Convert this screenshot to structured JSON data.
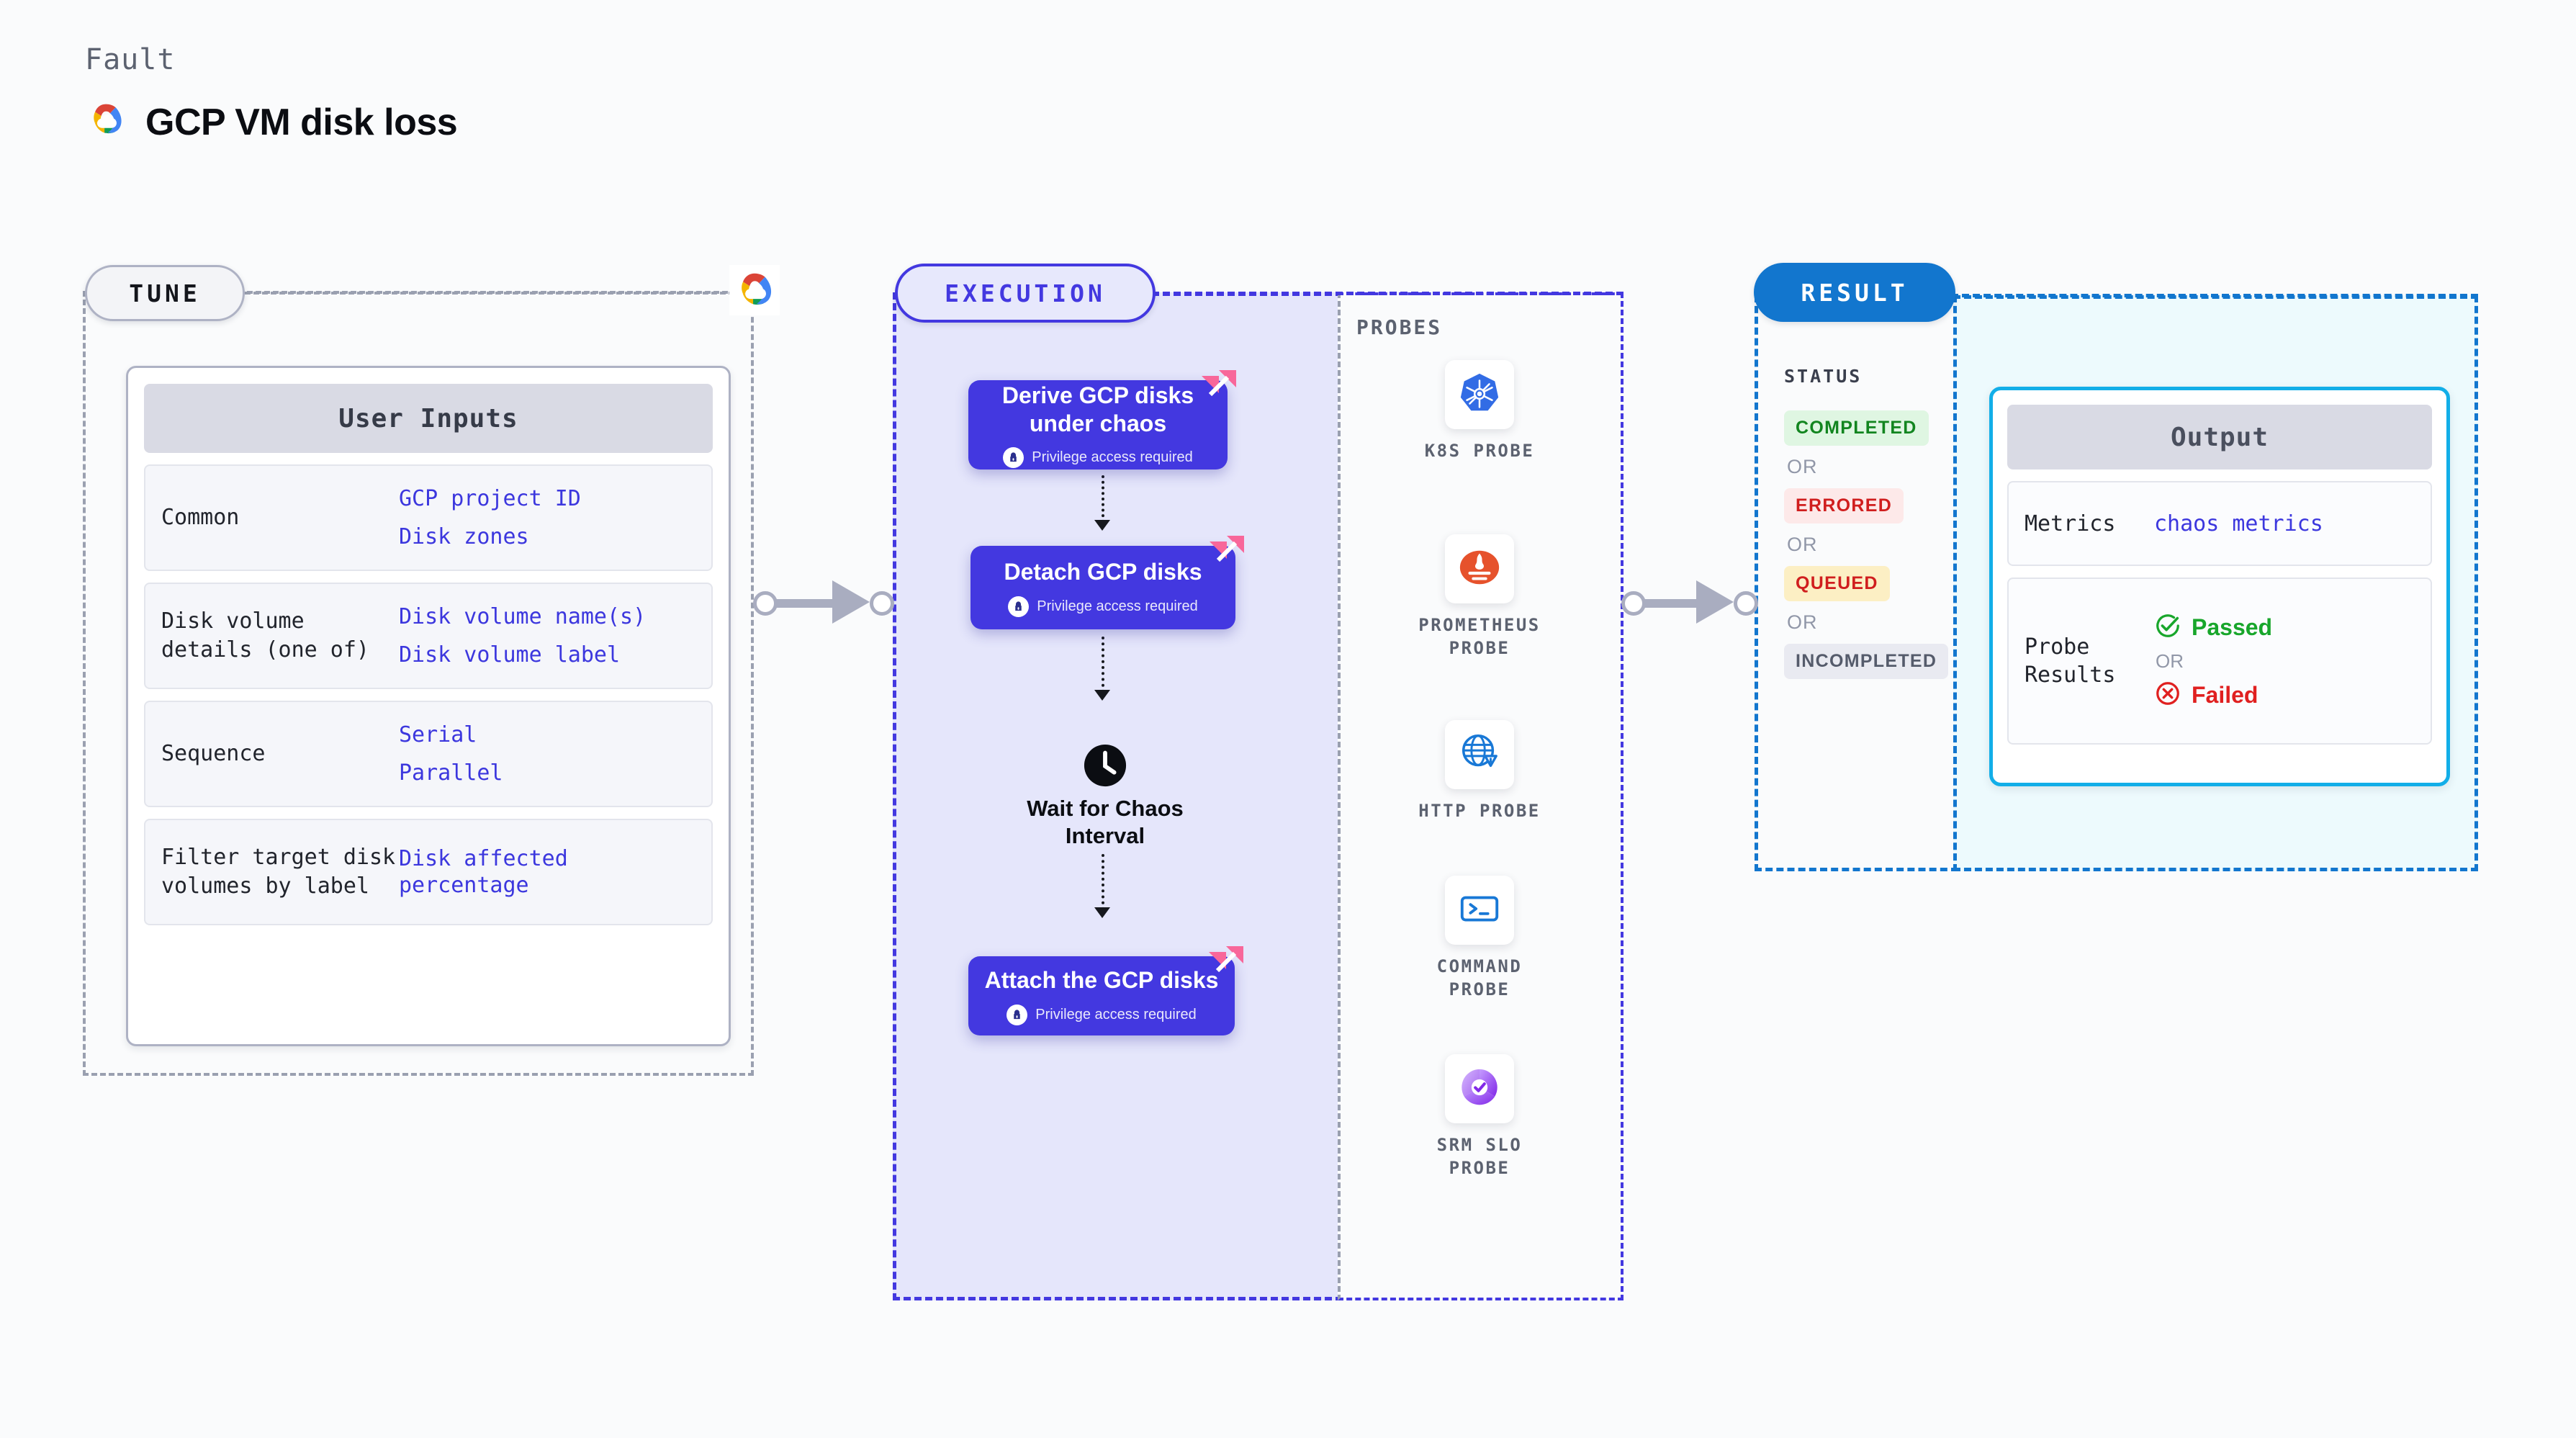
{
  "header": {
    "kicker": "Fault",
    "title": "GCP VM disk loss",
    "logo_icon": "gcp-cloud-logo"
  },
  "tune": {
    "pill_label": "TUNE",
    "badge_icon": "gcp-cloud-logo",
    "card_title": "User Inputs",
    "rows": [
      {
        "label": "Common",
        "values": [
          "GCP project ID",
          "Disk zones"
        ]
      },
      {
        "label": "Disk volume details (one of)",
        "values": [
          "Disk volume name(s)",
          "Disk volume label"
        ]
      },
      {
        "label": "Sequence",
        "values": [
          "Serial",
          "Parallel"
        ]
      },
      {
        "label": "Filter target disk volumes by label",
        "values": [
          "Disk affected percentage"
        ]
      }
    ]
  },
  "execution": {
    "pill_label": "EXECUTION",
    "steps": [
      {
        "title": "Derive GCP disks under chaos",
        "sub": "Privilege access required",
        "lock_icon": "lock-icon",
        "flag_icon": "litmus-flag-icon"
      },
      {
        "title": "Detach GCP disks",
        "sub": "Privilege access required",
        "lock_icon": "lock-icon",
        "flag_icon": "litmus-flag-icon"
      },
      {
        "title": "Attach the GCP disks",
        "sub": "Privilege access required",
        "lock_icon": "lock-icon",
        "flag_icon": "litmus-flag-icon"
      }
    ],
    "wait": {
      "label": "Wait for Chaos Interval",
      "icon": "clock-icon"
    }
  },
  "probes": {
    "section_label": "PROBES",
    "items": [
      {
        "name": "K8S PROBE",
        "icon": "kubernetes-icon"
      },
      {
        "name": "PROMETHEUS PROBE",
        "icon": "prometheus-icon"
      },
      {
        "name": "HTTP PROBE",
        "icon": "http-globe-icon"
      },
      {
        "name": "COMMAND PROBE",
        "icon": "terminal-icon"
      },
      {
        "name": "SRM SLO PROBE",
        "icon": "srm-slo-icon"
      }
    ]
  },
  "result": {
    "pill_label": "RESULT",
    "status_label": "STATUS",
    "or_label": "OR",
    "statuses": [
      {
        "label": "COMPLETED",
        "style": "bd-completed"
      },
      {
        "label": "ERRORED",
        "style": "bd-errored"
      },
      {
        "label": "QUEUED",
        "style": "bd-queued"
      },
      {
        "label": "INCOMPLETED",
        "style": "bd-incomplete"
      }
    ]
  },
  "output": {
    "card_title": "Output",
    "metrics_label": "Metrics",
    "metrics_value": "chaos metrics",
    "probe_results_label": "Probe Results",
    "or_label": "OR",
    "passed_label": "Passed",
    "failed_label": "Failed",
    "passed_icon": "check-circle-icon",
    "failed_icon": "x-circle-icon"
  },
  "colors": {
    "accent_indigo": "#4338E0",
    "accent_blue": "#1276CE",
    "accent_cyan": "#12AEE8",
    "pink_flag": "#F8679A",
    "pass_green": "#18A62B",
    "fail_red": "#E02020",
    "page_bg": "#FAFBFC"
  }
}
